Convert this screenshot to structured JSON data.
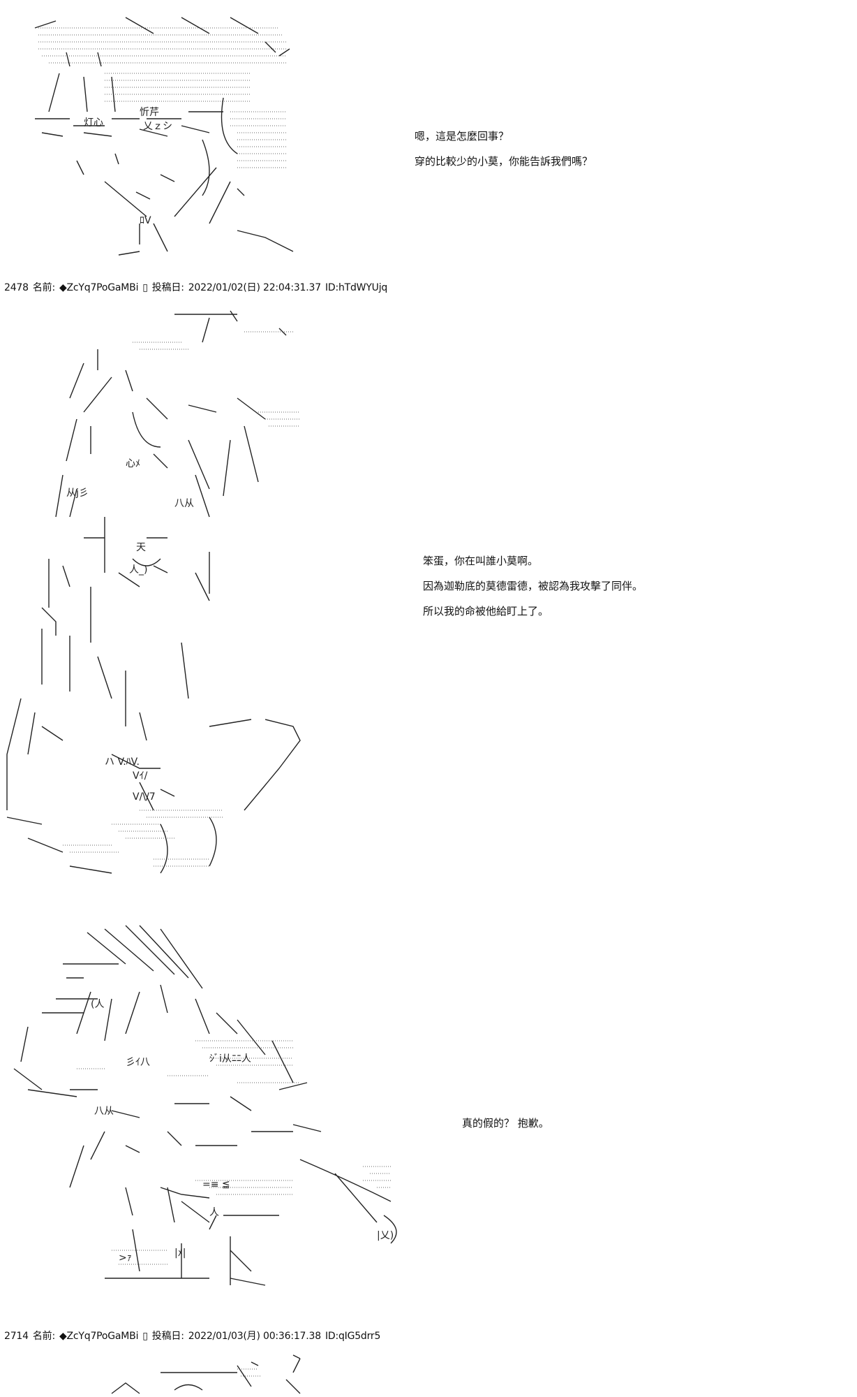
{
  "panels": [
    {
      "id": "panel-1",
      "art_icon": "ascii-art-character-hat",
      "dialog": [
        "嗯，這是怎麼回事？",
        "穿的比較少的小莫，你能告訴我們嗎？"
      ]
    },
    {
      "id": "panel-2",
      "art_icon": "ascii-art-character-sitting",
      "dialog": [
        "笨蛋，你在叫誰小莫啊。",
        "因為迦勒底的莫德雷德，被認為我攻擊了同伴。",
        "所以我的命被他給盯上了。"
      ]
    },
    {
      "id": "panel-3",
      "art_icon": "ascii-art-character-armored",
      "dialog": [
        "真的假的？ 抱歉。"
      ]
    }
  ],
  "posts": [
    {
      "number": "2478",
      "name_label": "名前:",
      "name": "◆ZcYq7PoGaMBi",
      "box": "▯",
      "date_label": "投稿日:",
      "date": "2022/01/02(日) 22:04:31.37",
      "id": "ID:hTdWYUjq"
    },
    {
      "number": "2714",
      "name_label": "名前:",
      "name": "◆ZcYq7PoGaMBi",
      "box": "▯",
      "date_label": "投稿日:",
      "date": "2022/01/03(月) 00:36:17.38",
      "id": "ID:qIG5drr5"
    }
  ]
}
